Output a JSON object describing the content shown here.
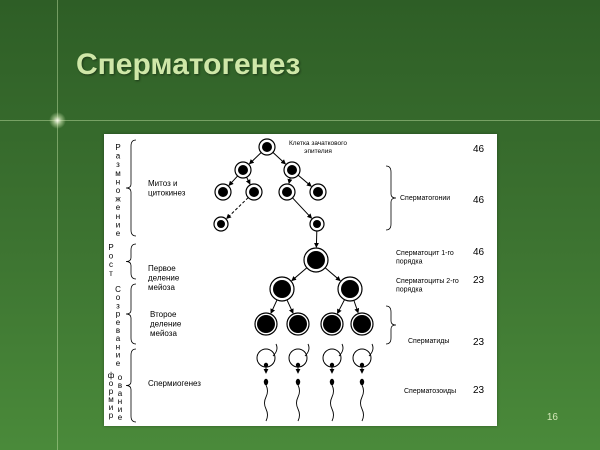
{
  "slide": {
    "title": "Сперматогенез",
    "page_number": "16"
  },
  "diagram": {
    "top_cell_label": [
      "Клетка зачаткового",
      "эпителия"
    ],
    "left_stage_words": [
      "Размножение",
      "Рост",
      "Созревание",
      "формирование"
    ],
    "process_labels": {
      "mitosis": [
        "Митоз и",
        "цитокинез"
      ],
      "meiosis1": [
        "Первое",
        "деление",
        "мейоза"
      ],
      "meiosis2": [
        "Второе",
        "деление",
        "мейоза"
      ],
      "spermiogenesis": [
        "Спермиогенез"
      ]
    },
    "cell_labels": {
      "spermatogonia": [
        "Сперматогонии"
      ],
      "spermatocyte1": [
        "Сперматоцит 1-го",
        "порядка"
      ],
      "spermatocyte2": [
        "Сперматоциты 2-го",
        "порядка"
      ],
      "spermatids": [
        "Сперматиды"
      ],
      "spermatozoa": [
        "Сперматозоиды"
      ]
    },
    "chromosome_numbers": {
      "top": "46",
      "spermatogonia": "46",
      "spermatocyte1": "46",
      "spermatocyte2": "23",
      "spermatids": "23",
      "spermatozoa": "23"
    }
  }
}
